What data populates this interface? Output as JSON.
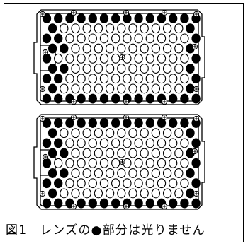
{
  "caption": {
    "figure_label": "図1",
    "text": "レンズの●部分は光りません"
  },
  "panels": [
    {
      "id": "top",
      "lens_states": "mixed"
    },
    {
      "id": "bottom",
      "lens_states": "mixed"
    }
  ],
  "legend_semantics": {
    "filled_lens": "unlit",
    "hollow_lens": "lit",
    "screw_marker": "mounting-screw"
  },
  "colors": {
    "stroke": "#000000",
    "background": "#ffffff",
    "unlit": "#000000"
  }
}
